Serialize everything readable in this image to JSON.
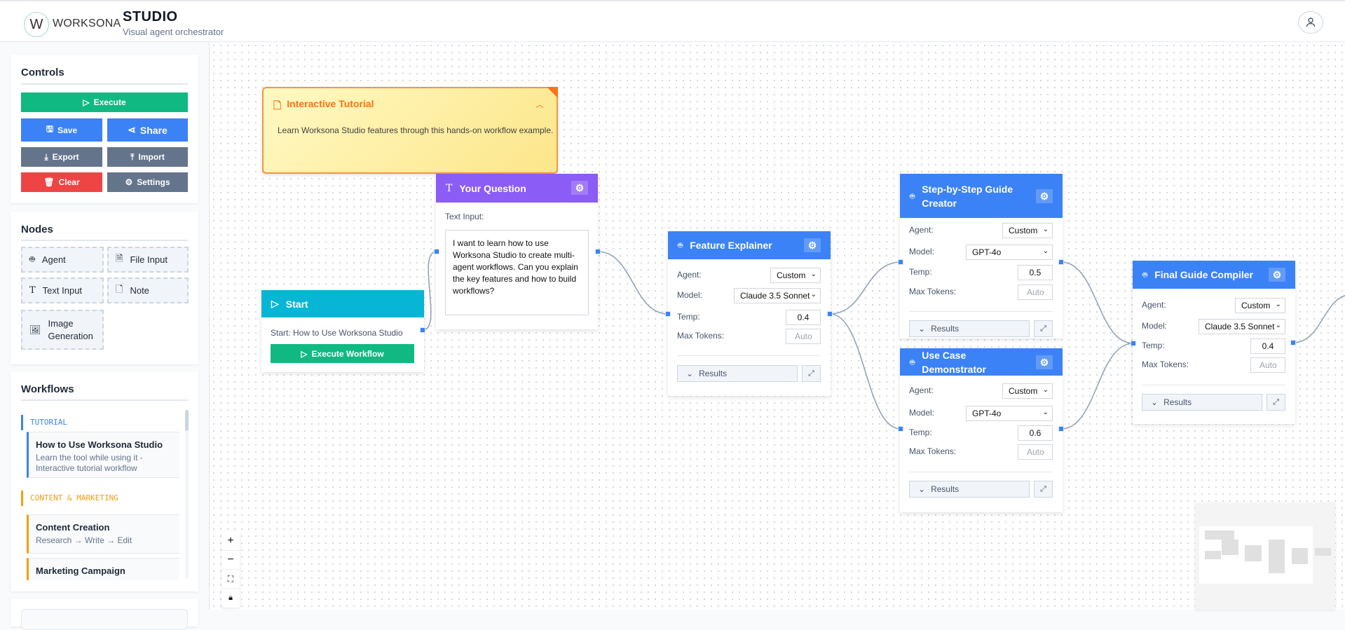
{
  "header": {
    "logo_letter": "W",
    "brand": "WORKSONA",
    "title": "STUDIO",
    "subtitle": "Visual agent orchestrator"
  },
  "controls": {
    "title": "Controls",
    "execute": "Execute",
    "save": "Save",
    "share": "Share",
    "export": "Export",
    "import": "Import",
    "clear": "Clear",
    "settings": "Settings"
  },
  "colors": {
    "green": "#10b981",
    "blue": "#3b82f6",
    "slate": "#64748b",
    "red": "#ef4444",
    "purple": "#8b5cf6",
    "cyan": "#06b6d4",
    "orange": "#f97316"
  },
  "nodes_panel": {
    "title": "Nodes",
    "items": [
      {
        "label": "Agent",
        "icon": "robot-icon"
      },
      {
        "label": "File Input",
        "icon": "file-icon"
      },
      {
        "label": "Text Input",
        "icon": "text-icon"
      },
      {
        "label": "Note",
        "icon": "note-icon"
      },
      {
        "label": "Image Generation",
        "icon": "image-icon"
      }
    ]
  },
  "workflows": {
    "title": "Workflows",
    "categories": [
      {
        "name": "TUTORIAL",
        "items": [
          {
            "title": "How to Use Worksona Studio",
            "desc": "Learn the tool while using it - Interactive tutorial workflow"
          }
        ]
      },
      {
        "name": "CONTENT & MARKETING",
        "items": [
          {
            "title": "Content Creation",
            "desc": "Research → Write → Edit"
          },
          {
            "title": "Marketing Campaign",
            "desc": ""
          }
        ]
      }
    ]
  },
  "canvas": {
    "tutorial": {
      "title": "Interactive Tutorial",
      "text": "Learn Worksona Studio features through this hands-on workflow example."
    },
    "question": {
      "title": "Your Question",
      "label": "Text Input:",
      "value": "I want to learn how to use Worksona Studio to create multi-agent workflows. Can you explain the key features and how to build workflows?"
    },
    "start": {
      "title": "Start",
      "text": "Start: How to Use Worksona Studio",
      "button": "Execute Workflow"
    },
    "field_labels": {
      "agent": "Agent:",
      "model": "Model:",
      "temp": "Temp:",
      "max_tokens": "Max Tokens:",
      "results": "Results"
    },
    "agents": [
      {
        "title": "Feature Explainer",
        "agent": "Custom",
        "model": "Claude 3.5 Sonnet",
        "temp": "0.4",
        "max_tokens_placeholder": "Auto"
      },
      {
        "title": "Step-by-Step Guide Creator",
        "agent": "Custom",
        "model": "GPT-4o",
        "temp": "0.5",
        "max_tokens_placeholder": "Auto"
      },
      {
        "title": "Use Case Demonstrator",
        "agent": "Custom",
        "model": "GPT-4o",
        "temp": "0.6",
        "max_tokens_placeholder": "Auto"
      },
      {
        "title": "Final Guide Compiler",
        "agent": "Custom",
        "model": "Claude 3.5 Sonnet",
        "temp": "0.4",
        "max_tokens_placeholder": "Auto"
      }
    ]
  },
  "zoom_controls": {
    "zoom_in": "+",
    "zoom_out": "−"
  }
}
